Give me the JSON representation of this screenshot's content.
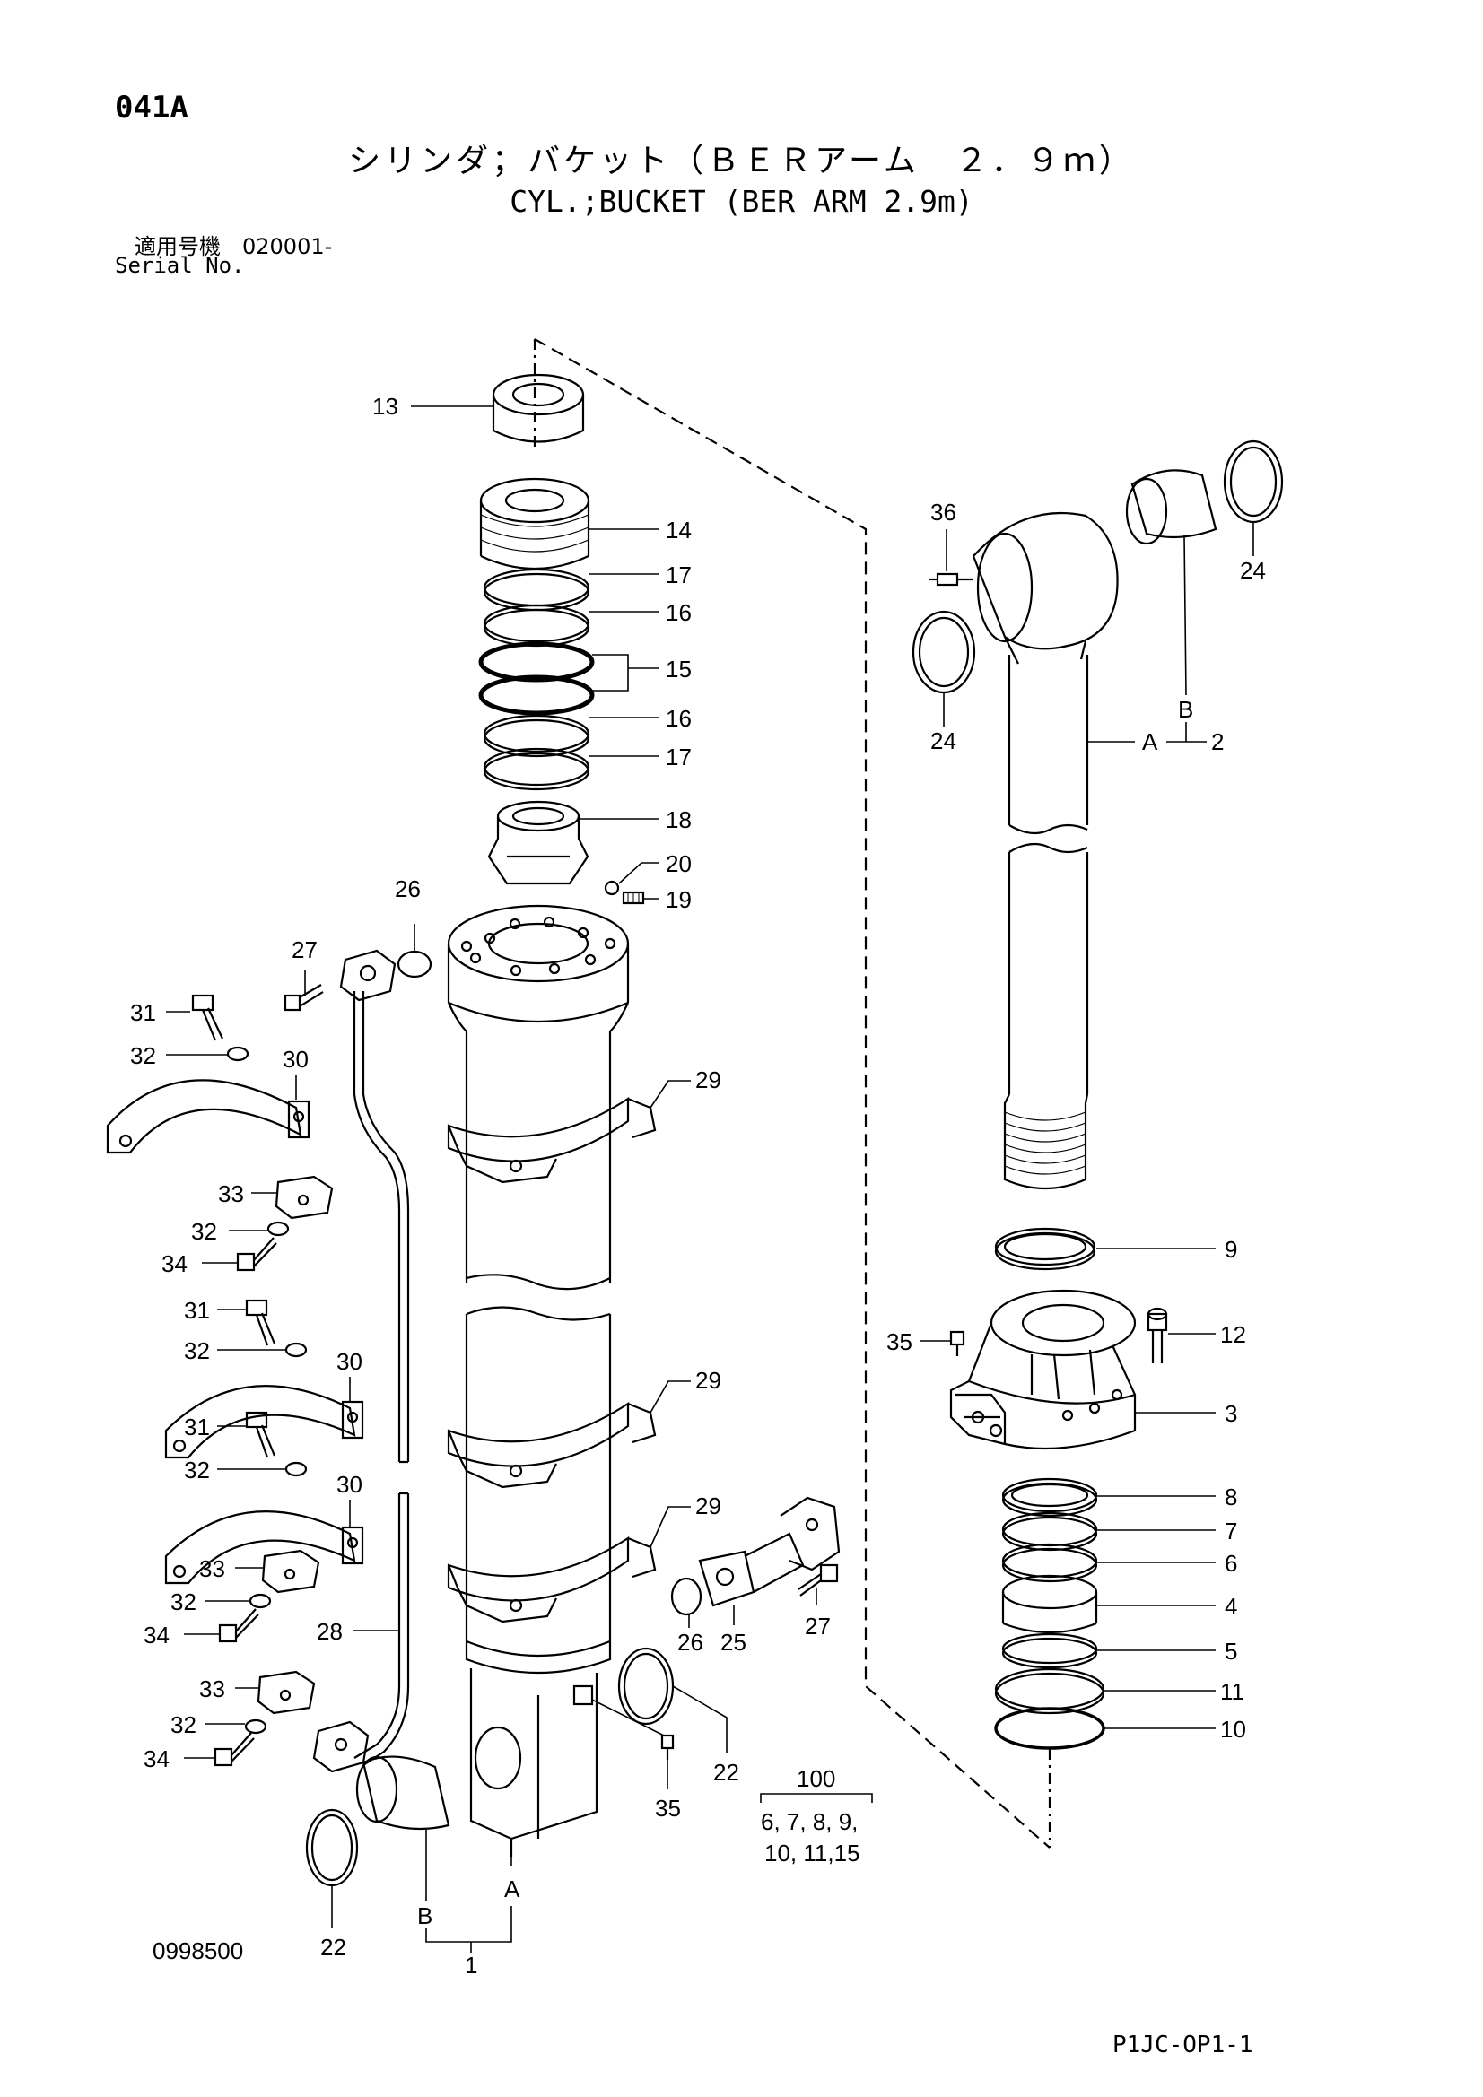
{
  "header": {
    "page_id": "041A",
    "title_jp": "シリンダ；バケット（ＢＥＲアーム　２．９ｍ）",
    "title_en": "CYL.;BUCKET (BER ARM 2.9m)",
    "serial_label_jp": "適用号機　020001-",
    "serial_label_en": "Serial No."
  },
  "footer": {
    "drawing_no": "0998500",
    "sheet_code": "P1JC-OP1-1"
  },
  "callouts": {
    "c13": "13",
    "c14": "14",
    "c17a": "17",
    "c16a": "16",
    "c15": "15",
    "c16b": "16",
    "c17b": "17",
    "c18": "18",
    "c20": "20",
    "c19": "19",
    "c26a": "26",
    "c27a": "27",
    "c31a": "31",
    "c32a": "32",
    "c30a": "30",
    "c29a": "29",
    "c33a": "33",
    "c32b": "32",
    "c34a": "34",
    "c31b": "31",
    "c32c": "32",
    "c30b": "30",
    "c29b": "29",
    "c31c": "31",
    "c32d": "32",
    "c30c": "30",
    "c29c": "29",
    "c33b": "33",
    "c32e": "32",
    "c34b": "34",
    "c28": "28",
    "c33c": "33",
    "c32f": "32",
    "c34c": "34",
    "c26b": "26",
    "c25": "25",
    "c27b": "27",
    "c22a": "22",
    "c35a": "35",
    "c22b": "22",
    "cA1": "A",
    "cB1": "B",
    "c1": "1",
    "c36": "36",
    "c24a": "24",
    "c24b": "24",
    "cB2": "B",
    "cA2": "A",
    "c2": "2",
    "c9": "9",
    "c35b": "35",
    "c12": "12",
    "c3": "3",
    "c8": "8",
    "c7": "7",
    "c6": "6",
    "c4": "4",
    "c5": "5",
    "c11": "11",
    "c10": "10",
    "c100": "100",
    "kit_line1": "6, 7, 8, 9,",
    "kit_line2": "10, 11,15"
  }
}
